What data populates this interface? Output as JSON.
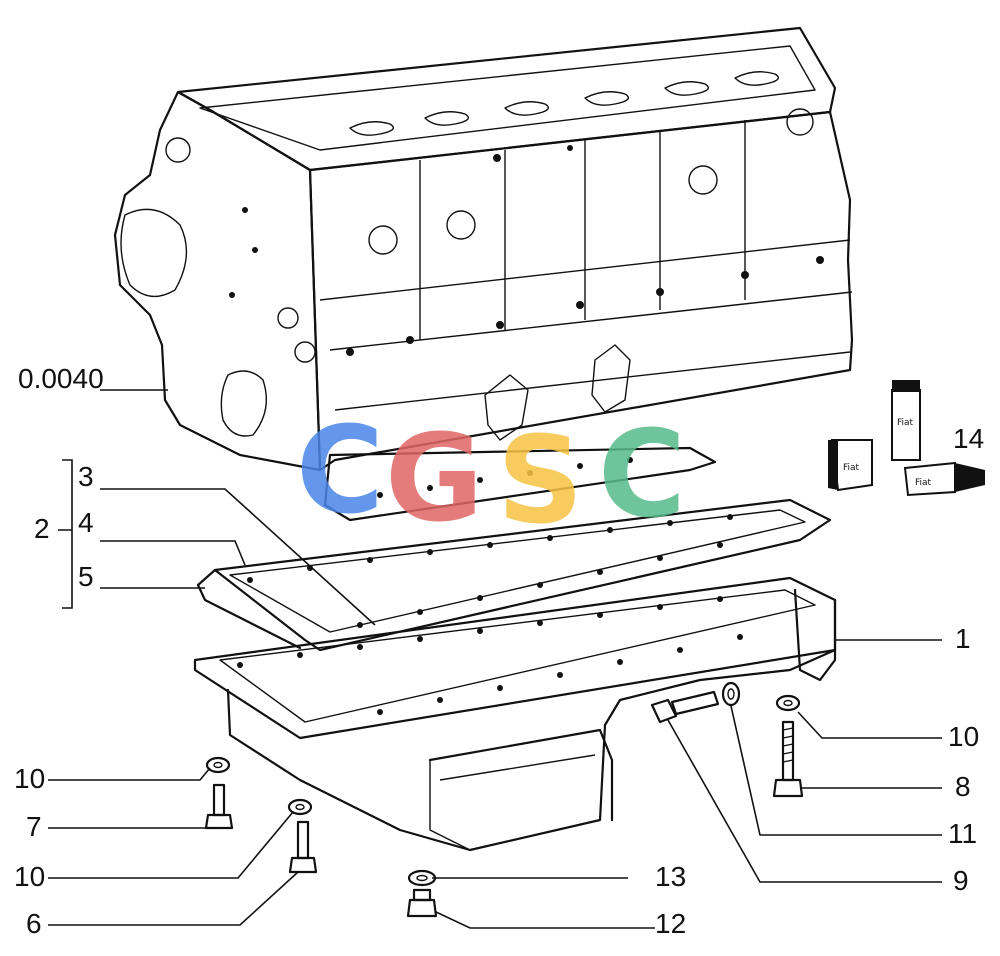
{
  "callouts": {
    "c_00040": "0.0040",
    "c_1": "1",
    "c_2": "2",
    "c_3": "3",
    "c_4": "4",
    "c_5": "5",
    "c_6": "6",
    "c_7": "7",
    "c_8": "8",
    "c_9": "9",
    "c_10a": "10",
    "c_10b": "10",
    "c_10c": "10",
    "c_11": "11",
    "c_12": "12",
    "c_13": "13",
    "c_14": "14"
  },
  "watermark": {
    "letters": [
      "C",
      "G",
      "S",
      "C"
    ],
    "colors": [
      "#4a86e8",
      "#e06666",
      "#f6c343",
      "#57bb8a"
    ]
  },
  "sealant_labels": {
    "tube": "Fiat",
    "box_left": "Fiat",
    "box_right": "Fiat"
  }
}
